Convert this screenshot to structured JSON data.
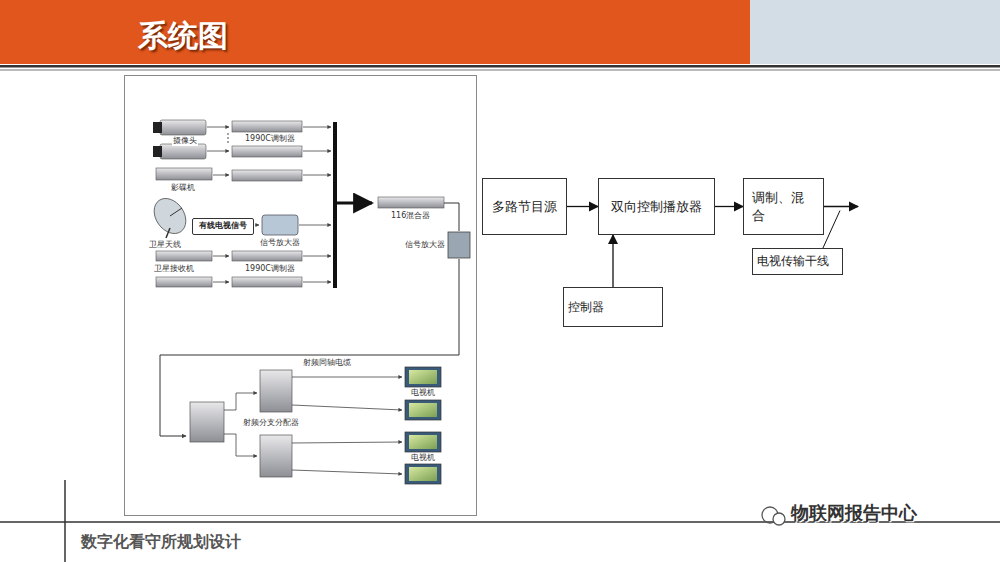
{
  "diagram": {
    "title": "系统图",
    "nodes": [
      {
        "text": [
          "多路节目源"
        ]
      },
      {
        "text": [
          "双向控制播放器"
        ]
      },
      {
        "text": [
          "调制、混合"
        ]
      },
      {
        "text": [
          "电视传输干线"
        ]
      },
      {
        "text": [
          "控制器"
        ]
      },
      {
        "text": [
          "有线电视信号"
        ]
      }
    ],
    "edges": [
      {
        "from": 0,
        "to": 1,
        "arrow": "to"
      },
      {
        "from": 1,
        "to": 2,
        "arrow": "to"
      },
      {
        "from": 4,
        "to": 1,
        "arrow": "to"
      }
    ],
    "labels": [
      "摄像头",
      "1990C调制器",
      "影碟机",
      "卫星天线",
      "信号放大器",
      "卫星接收机",
      "1990C调制器",
      "116混合器",
      "信号放大器",
      "射频同轴电缆",
      "电视机",
      "射频分支分配器",
      "电视机",
      "数字化看守所规划设计",
      "物联网报告中心"
    ]
  }
}
